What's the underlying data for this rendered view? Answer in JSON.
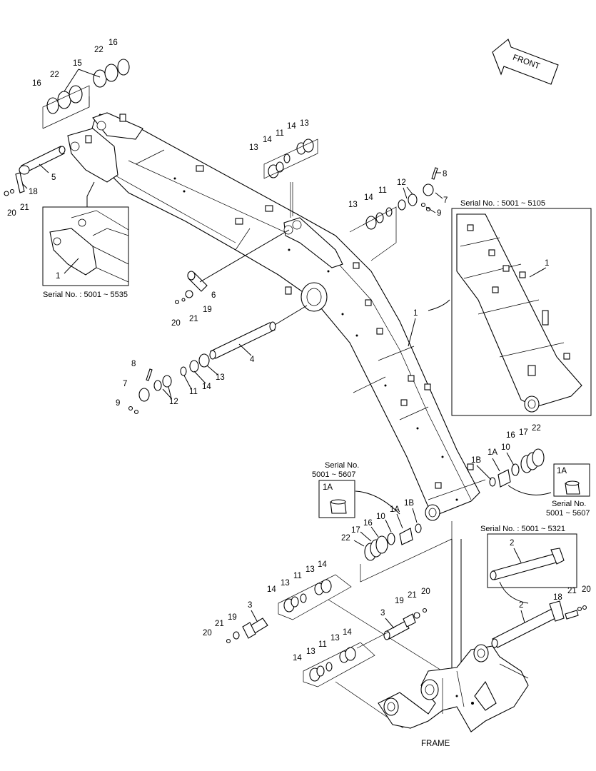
{
  "front_label": "FRONT",
  "frame_label": "FRAME",
  "serials": {
    "s5535": "Serial No. : 5001 ~ 5535",
    "s5105": "Serial No. : 5001 ~ 5105",
    "s5321": "Serial No. : 5001 ~ 5321",
    "s5607_left_1": "Serial No.",
    "s5607_left_2": "5001 ~ 5607",
    "s5607_right_1": "Serial No.",
    "s5607_right_2": "5001 ~ 5607"
  },
  "callouts": {
    "c16a": "16",
    "c22a": "22",
    "c15": "15",
    "c22b": "22",
    "c16b": "16",
    "c5": "5",
    "c18a": "18",
    "c20a": "20",
    "c21a": "21",
    "c1a": "1",
    "c13a": "13",
    "c14a": "14",
    "c11a": "11",
    "c14b": "14",
    "c13b": "13",
    "c8a": "8",
    "c12a": "12",
    "c7a": "7",
    "c9a": "9",
    "c13c": "13",
    "c14c": "14",
    "c11b": "11",
    "c6": "6",
    "c19a": "19",
    "c21b": "21",
    "c20b": "20",
    "c1b": "1",
    "c1c": "1",
    "c4": "4",
    "c8b": "8",
    "c7b": "7",
    "c9b": "9",
    "c12b": "12",
    "c11c": "11",
    "c14d": "14",
    "c13d": "13",
    "c1B_r": "1B",
    "c1A_r": "1A",
    "c10_r": "10",
    "c16_r": "16",
    "c17_r": "17",
    "c22_r": "22",
    "c1A_box_l": "1A",
    "c1A_box_r": "1A",
    "c22_l": "22",
    "c17_l": "17",
    "c16_l": "16",
    "c10_l": "10",
    "c1A_l": "1A",
    "c1B_l": "1B",
    "c2a": "2",
    "c2b": "2",
    "c14e": "14",
    "c13e": "13",
    "c11d": "11",
    "c13f": "13",
    "c14f": "14",
    "c3a": "3",
    "c21c": "21",
    "c19b": "19",
    "c20c": "20",
    "c3b": "3",
    "c19c": "19",
    "c21d": "21",
    "c20d": "20",
    "c14g": "14",
    "c13g": "13",
    "c11e": "11",
    "c13h": "13",
    "c14h": "14",
    "c18b": "18",
    "c21e": "21",
    "c20e": "20"
  }
}
